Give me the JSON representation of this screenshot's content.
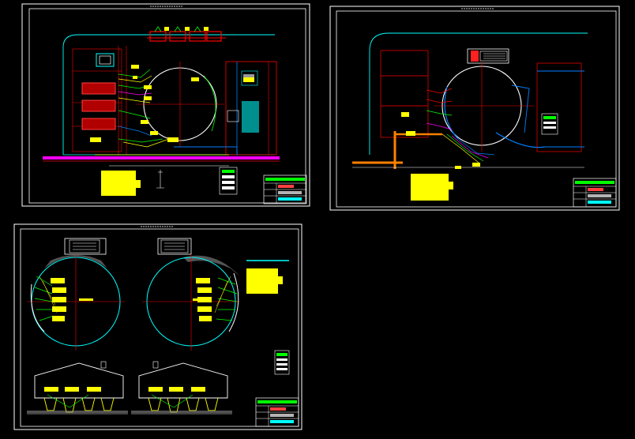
{
  "viewer": {
    "background": "#000000",
    "sheet_count": 3
  },
  "sheets": [
    {
      "id": "sheet-1",
      "title_block_text": ""
    },
    {
      "id": "sheet-2",
      "title_block_text": ""
    },
    {
      "id": "sheet-3",
      "title_block_text": ""
    }
  ],
  "colors": {
    "frame": "#ffffff",
    "annotation": "#ffff00",
    "centerline": "#ff0000",
    "site_boundary": "#00ffff",
    "equipment": "#ff0000",
    "pipe_green": "#00ff00",
    "pipe_blue": "#0080ff",
    "pipe_magenta": "#ff00ff",
    "pipe_orange": "#ff8000",
    "building": "#ff0000"
  },
  "icons": {
    "title_block": "title-block-icon",
    "north_arrow": "north-arrow-icon"
  }
}
